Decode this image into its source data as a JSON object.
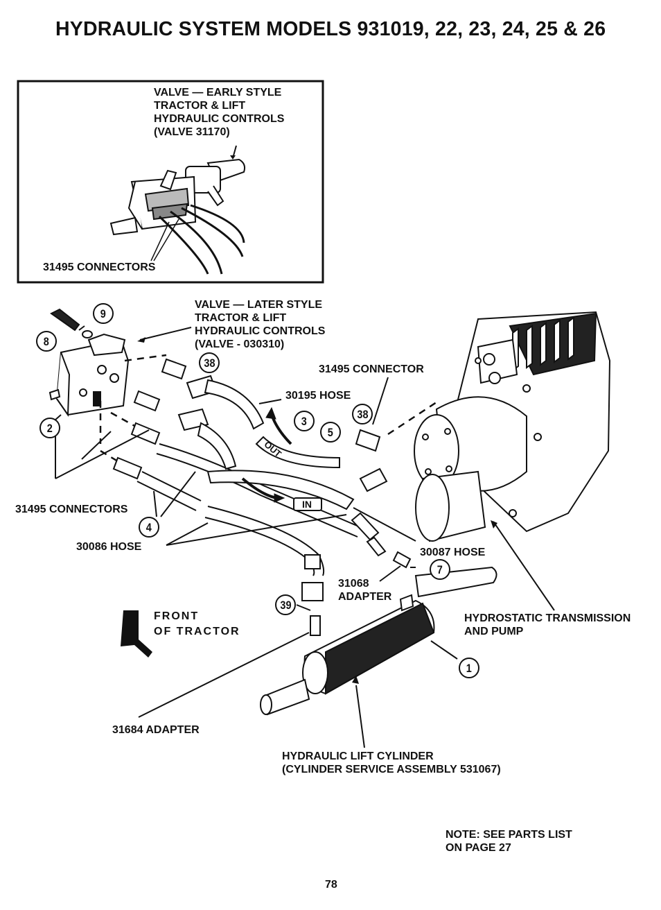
{
  "title": "HYDRAULIC SYSTEM MODELS 931019, 22, 23, 24, 25 & 26",
  "inset": {
    "valve_label": [
      "VALVE — EARLY STYLE",
      "TRACTOR & LIFT",
      "HYDRAULIC CONTROLS",
      "(VALVE 31170)"
    ],
    "connectors_label": "31495 CONNECTORS"
  },
  "labels": {
    "valve_later": [
      "VALVE — LATER STYLE",
      "TRACTOR & LIFT",
      "HYDRAULIC CONTROLS",
      "(VALVE - 030310)"
    ],
    "connector_31495": "31495 CONNECTOR",
    "hose_30195": "30195 HOSE",
    "connectors_31495": "31495 CONNECTORS",
    "hose_30086": "30086 HOSE",
    "hose_30087": "30087 HOSE",
    "adapter_31068": [
      "31068",
      "ADAPTER"
    ],
    "front_of_tractor": [
      "FRONT",
      "OF TRACTOR"
    ],
    "hydrostatic": [
      "HYDROSTATIC TRANSMISSION",
      "AND PUMP"
    ],
    "adapter_31684": "31684 ADAPTER",
    "lift_cylinder": [
      "HYDRAULIC LIFT CYLINDER",
      "(CYLINDER SERVICE ASSEMBLY 531067)"
    ],
    "out": "OUT",
    "in": "IN"
  },
  "callouts": [
    "9",
    "8",
    "2",
    "38",
    "3",
    "5",
    "38",
    "4",
    "7",
    "39",
    "1"
  ],
  "note": [
    "NOTE: SEE PARTS LIST",
    "ON PAGE 27"
  ],
  "page_number": "78"
}
